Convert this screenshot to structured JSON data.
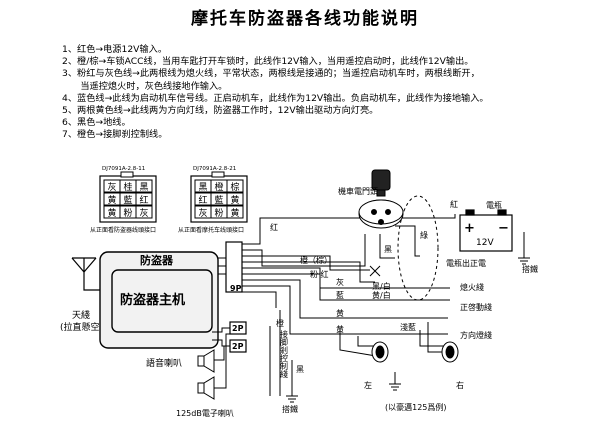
{
  "title": "摩托车防盗器各线功能说明",
  "notes": [
    "1、红色→电源12V输入。",
    "2、橙/棕→车锁ACC线，当用车匙打开车锁时，此线作12V输入，当用遥控启动时，此线作12V输出。",
    "3、粉红与灰色线→此两根线为熄火线，平常状态，两根线是接通的；当遥控启动机车时，两根线断开，",
    "　　当遥控熄火时，灰色线接地作输入。",
    "4、蓝色线→此线为启动机车信号线。正启动机车，此线作为12V输出。负启动机车，此线作为接地输入。",
    "5、两根黄色线→此线两为方向灯线，防盗器工作时，12V输出驱动方向灯亮。",
    "6、黑色→地线。",
    "7、橙色→接脚刹控制线。"
  ],
  "connectors": {
    "left": {
      "code": "DJ7091A-2.8-11",
      "cells": [
        [
          "灰",
          "桂",
          "黑"
        ],
        [
          "黄",
          "藍",
          "红"
        ],
        [
          "黄",
          "粉",
          "灰"
        ]
      ],
      "caption": "从正面看防盗器线頭接口"
    },
    "right": {
      "code": "DJ7091A-2.8-21",
      "cells": [
        [
          "黑",
          "橙",
          "棕"
        ],
        [
          "红",
          "藍",
          "黄"
        ],
        [
          "灰",
          "粉",
          "黄"
        ]
      ],
      "caption": "从正面看摩托车线頭接口"
    }
  },
  "labels": {
    "alarm_small": "防盗器",
    "alarm_main": "防盗器主机",
    "antenna": "天綫",
    "antenna_note": "(拉直懸空)",
    "voice_speaker": "語音喇叭",
    "buzzer": "125dB電子喇叭",
    "plug_9p": "9P",
    "plug_2p_a": "2P",
    "plug_2p_b": "2P",
    "ignition": "機車電門頭",
    "battery": "電瓶",
    "battery_voltage": "12V",
    "plus": "+",
    "minus": "−",
    "w_red_top": "紅",
    "w_red_left": "红",
    "w_green": "綠",
    "w_black": "黑",
    "w_orange_brown": "橙（棕）",
    "w_pink": "粉 红",
    "w_black_white": "黑/白",
    "w_gray": "灰",
    "w_blue": "藍",
    "w_yellow_white": "黄/白",
    "w_yellow": "黄",
    "w_orange": "橙",
    "w_black2": "黑",
    "w_yellow_lower": "黄",
    "w_yellow_front": "淺藍",
    "battery_pos": "電瓶出正電",
    "ground_right": "搭鐵",
    "ground_bottom": "搭鐵",
    "flameout": "熄火綫",
    "start_line": "正啓動綫",
    "turn_line": "方向燈綫",
    "brake_line": "接脚剎控制綫",
    "lamp_left": "左",
    "lamp_right": "右",
    "example_note": "(以豪邁125爲例)"
  },
  "colors": {
    "ink": "#000000",
    "paper": "#ffffff",
    "box_fill": "#f2f2f2",
    "pin_fill": "#ffffff"
  }
}
